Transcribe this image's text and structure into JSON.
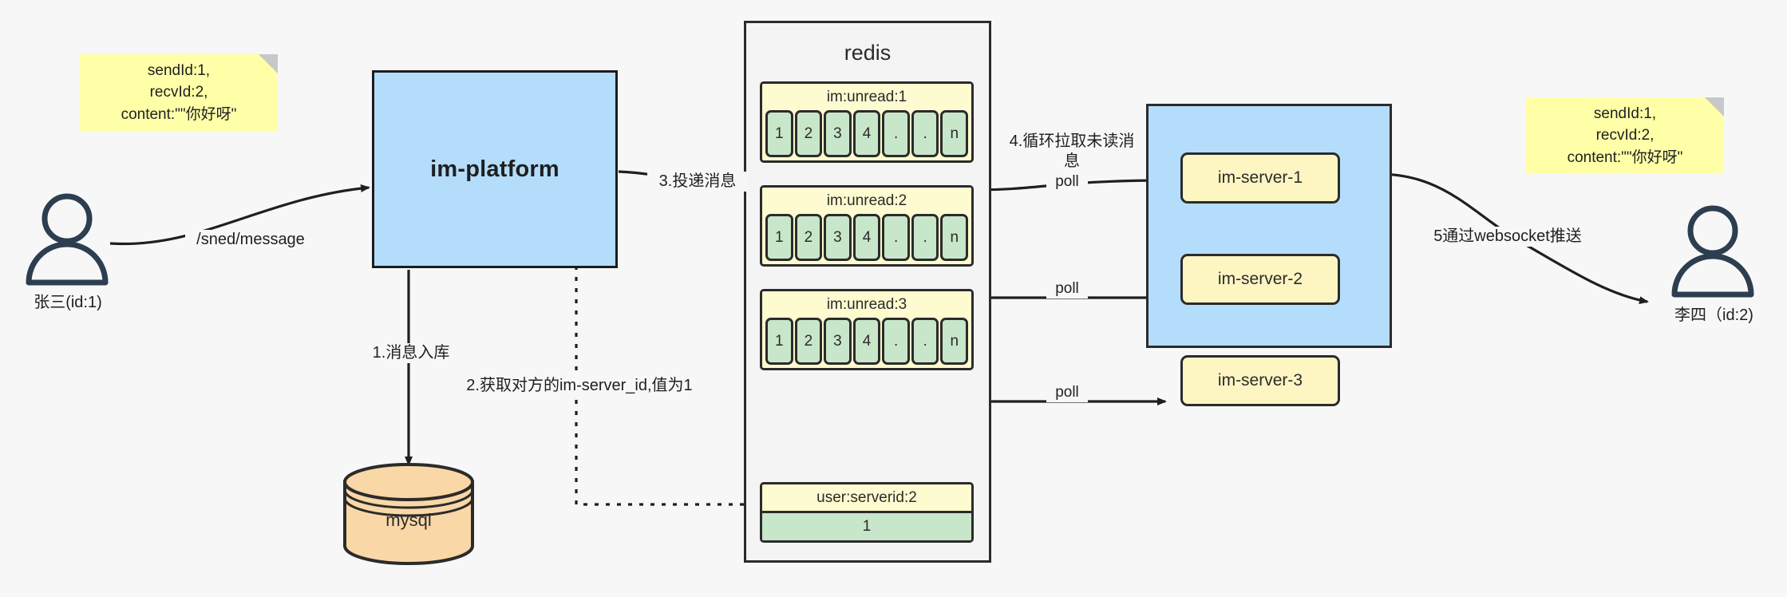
{
  "diagram": {
    "title": "IM message delivery architecture",
    "background": "#f7f7f7",
    "colors": {
      "note_yellow": "#ffffa8",
      "box_blue": "#b3ddfb",
      "redis_grey": "#f4f4f4",
      "list_yellow": "#fdfbcf",
      "cell_green": "#c8e6c9",
      "server_yellow": "#fdf5c2",
      "mysql_orange": "#fad7a6",
      "stroke": "#2b2b2b",
      "actor": "#2c3e50"
    }
  },
  "notes": {
    "left": "sendId:1,\nrecvId:2,\ncontent:\"\"你好呀\"",
    "right": "sendId:1,\nrecvId:2,\ncontent:\"\"你好呀\""
  },
  "actors": {
    "sender": {
      "label": "张三(id:1)",
      "icon": "user-icon"
    },
    "receiver": {
      "label": "李四（id:2)",
      "icon": "user-icon"
    }
  },
  "nodes": {
    "platform": "im-platform",
    "mysql": "mysql",
    "redis_title": "redis"
  },
  "redis": {
    "lists": [
      {
        "key": "im:unread:1",
        "cells": [
          "1",
          "2",
          "3",
          "4",
          ".",
          ".",
          "n"
        ]
      },
      {
        "key": "im:unread:2",
        "cells": [
          "1",
          "2",
          "3",
          "4",
          ".",
          ".",
          "n"
        ]
      },
      {
        "key": "im:unread:3",
        "cells": [
          "1",
          "2",
          "3",
          "4",
          ".",
          ".",
          "n"
        ]
      }
    ],
    "kv": {
      "key": "user:serverid:2",
      "value": "1"
    }
  },
  "servers": [
    {
      "label": "im-server-1"
    },
    {
      "label": "im-server-2"
    },
    {
      "label": "im-server-3"
    }
  ],
  "edges": {
    "send_message": "/sned/message",
    "step1": "1.消息入库",
    "step2": "2.获取对方的im-server_id,值为1",
    "step3": "3.投递消息",
    "step4": "4.循环拉取未读消\n息",
    "step5": "5通过websocket推送",
    "poll1": "poll",
    "poll2": "poll",
    "poll3": "poll"
  }
}
